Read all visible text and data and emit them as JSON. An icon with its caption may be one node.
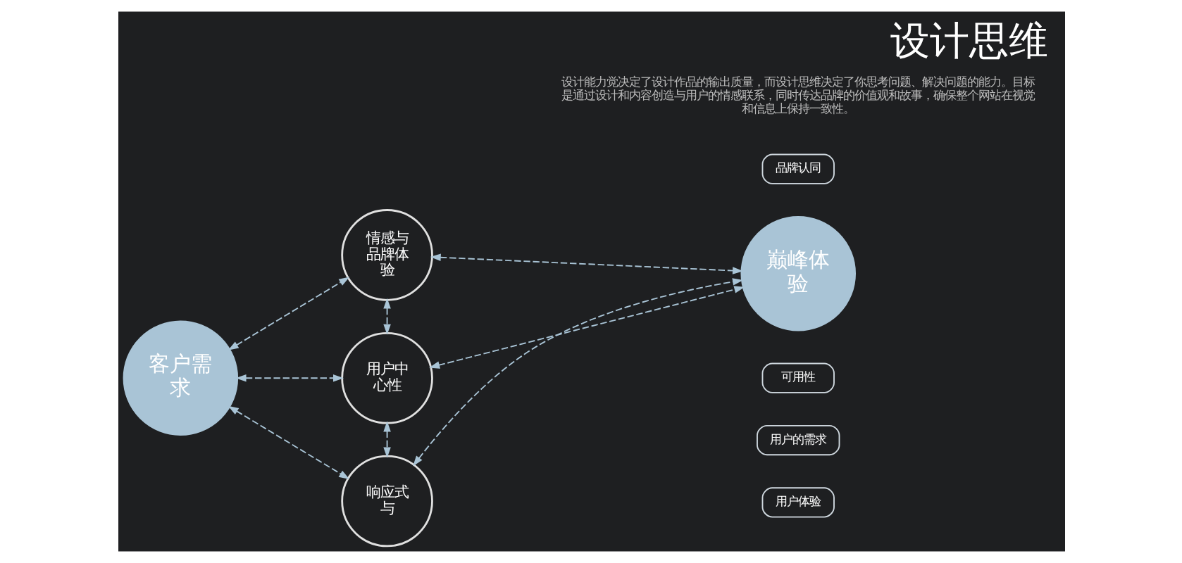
{
  "diagram": {
    "title": "设计思维",
    "nodes": [
      {
        "text": [
          "情感与品牌体验"
        ]
      },
      {
        "text": [
          "客户需求"
        ]
      },
      {
        "text": [
          "用户中心性"
        ]
      },
      {
        "text": [
          "巅峰体验"
        ]
      },
      {
        "text": [
          "品牌认同"
        ]
      },
      {
        "text": [
          "可用性"
        ]
      },
      {
        "text": [
          "用户的需求"
        ]
      },
      {
        "text": [
          "响应式与"
        ]
      },
      {
        "text": [
          "用户体验"
        ]
      }
    ],
    "edges": [
      {
        "from": 1,
        "to": 0,
        "arrow": "both",
        "style": "dashed"
      },
      {
        "from": 1,
        "to": 2,
        "arrow": "both",
        "style": "dashed"
      },
      {
        "from": 1,
        "to": 7,
        "arrow": "both",
        "style": "dashed"
      },
      {
        "from": 0,
        "to": 2,
        "arrow": "both",
        "style": "dashed"
      },
      {
        "from": 2,
        "to": 7,
        "arrow": "both",
        "style": "dashed"
      },
      {
        "from": 0,
        "to": 3,
        "arrow": "both",
        "style": "dashed"
      },
      {
        "from": 2,
        "to": 3,
        "arrow": "both",
        "style": "dashed"
      },
      {
        "from": 7,
        "to": 3,
        "arrow": "both",
        "style": "dashed"
      }
    ],
    "labels": [
      "设计能力觉决定了设计作品的输出质量，而设计思维决定了你思考问题、解决问题的能力。目标是通过设计和内容创造与用户的情感联系，同时传达品牌的价值观和故事，确保整个网站在视觉和信息上保持一致性。"
    ]
  }
}
